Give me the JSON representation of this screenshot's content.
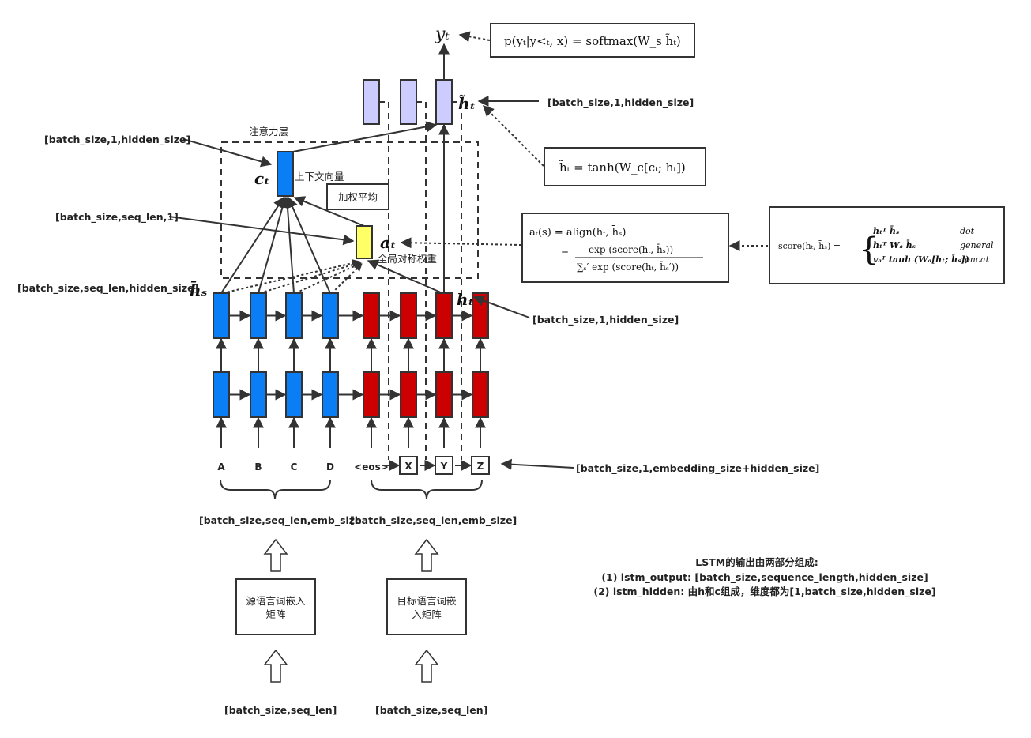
{
  "title": "Seq2seq LSTM with global attention (Luong) – tensor shapes",
  "colors": {
    "encoder": "#0a7ff5",
    "decoder": "#cc0000",
    "attention_output": "#ccccff",
    "alignment": "#ffff66"
  },
  "equations": {
    "output": "p(yₜ|y<ₜ, x) = softmax(W_s h̃ₜ)",
    "attentional_hidden": "h̃ₜ = tanh(W_c[cₜ; hₜ])",
    "align_line1": "aₜ(s) = align(hₜ, h̄ₛ)",
    "align_line2_num": "exp (score(hₜ, h̄ₛ))",
    "align_line2_den": "∑ₛ′ exp (score(hₜ, h̄ₛ′))",
    "score_lhs": "score(hₜ, h̄ₛ) =",
    "score_cases": [
      {
        "expr": "hₜᵀ h̄ₛ",
        "name": "dot"
      },
      {
        "expr": "hₜᵀ Wₐ h̄ₛ",
        "name": "general"
      },
      {
        "expr": "vₐᵀ tanh (Wₐ[hₜ; h̄ₛ])",
        "name": "concat"
      }
    ]
  },
  "symbols": {
    "y_t": "yₜ",
    "h_tilde_t": "h̃ₜ",
    "c_t": "cₜ",
    "a_t": "aₜ",
    "h_bar_s": "h̄ₛ",
    "h_t": "hₜ"
  },
  "labels": {
    "attention_layer": "注意力层",
    "context_vector": "上下文向量",
    "weighted_average": "加权平均",
    "global_alignment_weights": "全局对称权重",
    "source_embedding": [
      "源语言词嵌入",
      "矩阵"
    ],
    "target_embedding": [
      "目标语言词嵌",
      "入矩阵"
    ]
  },
  "shapes": {
    "h_tilde": "[batch_size,1,hidden_size]",
    "context": "[batch_size,1,hidden_size]",
    "align_weights": "[batch_size,seq_len,1]",
    "encoder_outputs": "[batch_size,seq_len,hidden_size]",
    "decoder_hidden": "[batch_size,1,hidden_size]",
    "decoder_input": "[batch_size,1,embedding_size+hidden_size]",
    "source_emb": "[batch_size,seq_len,emb_size",
    "target_emb": "[batch_size,seq_len,emb_size]",
    "source_ids": "[batch_size,seq_len]",
    "target_ids": "[batch_size,seq_len]"
  },
  "source_tokens": [
    "A",
    "B",
    "C",
    "D"
  ],
  "target_tokens": [
    "<eos>",
    "X",
    "Y",
    "Z"
  ],
  "note": {
    "title": "LSTM的输出由两部分组成:",
    "line1": "(1)  lstm_output:  [batch_size,sequence_length,hidden_size]",
    "line2": "(2)  lstm_hidden:  由h和c组成，维度都为[1,batch_size,hidden_size]"
  }
}
